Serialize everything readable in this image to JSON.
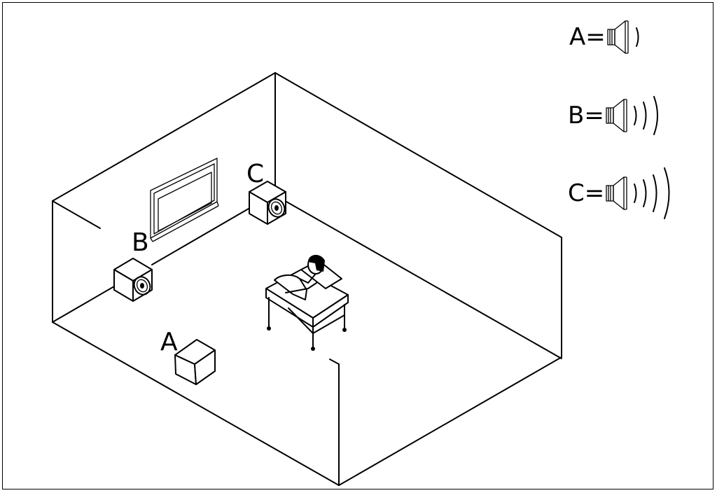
{
  "speakers": {
    "a": {
      "label": "A"
    },
    "b": {
      "label": "B"
    },
    "c": {
      "label": "C"
    }
  },
  "legend": [
    {
      "key": "A=",
      "waves": 1,
      "icon": "speaker-icon"
    },
    {
      "key": "B=",
      "waves": 3,
      "icon": "speaker-icon"
    },
    {
      "key": "C=",
      "waves": 4,
      "icon": "speaker-icon"
    }
  ]
}
